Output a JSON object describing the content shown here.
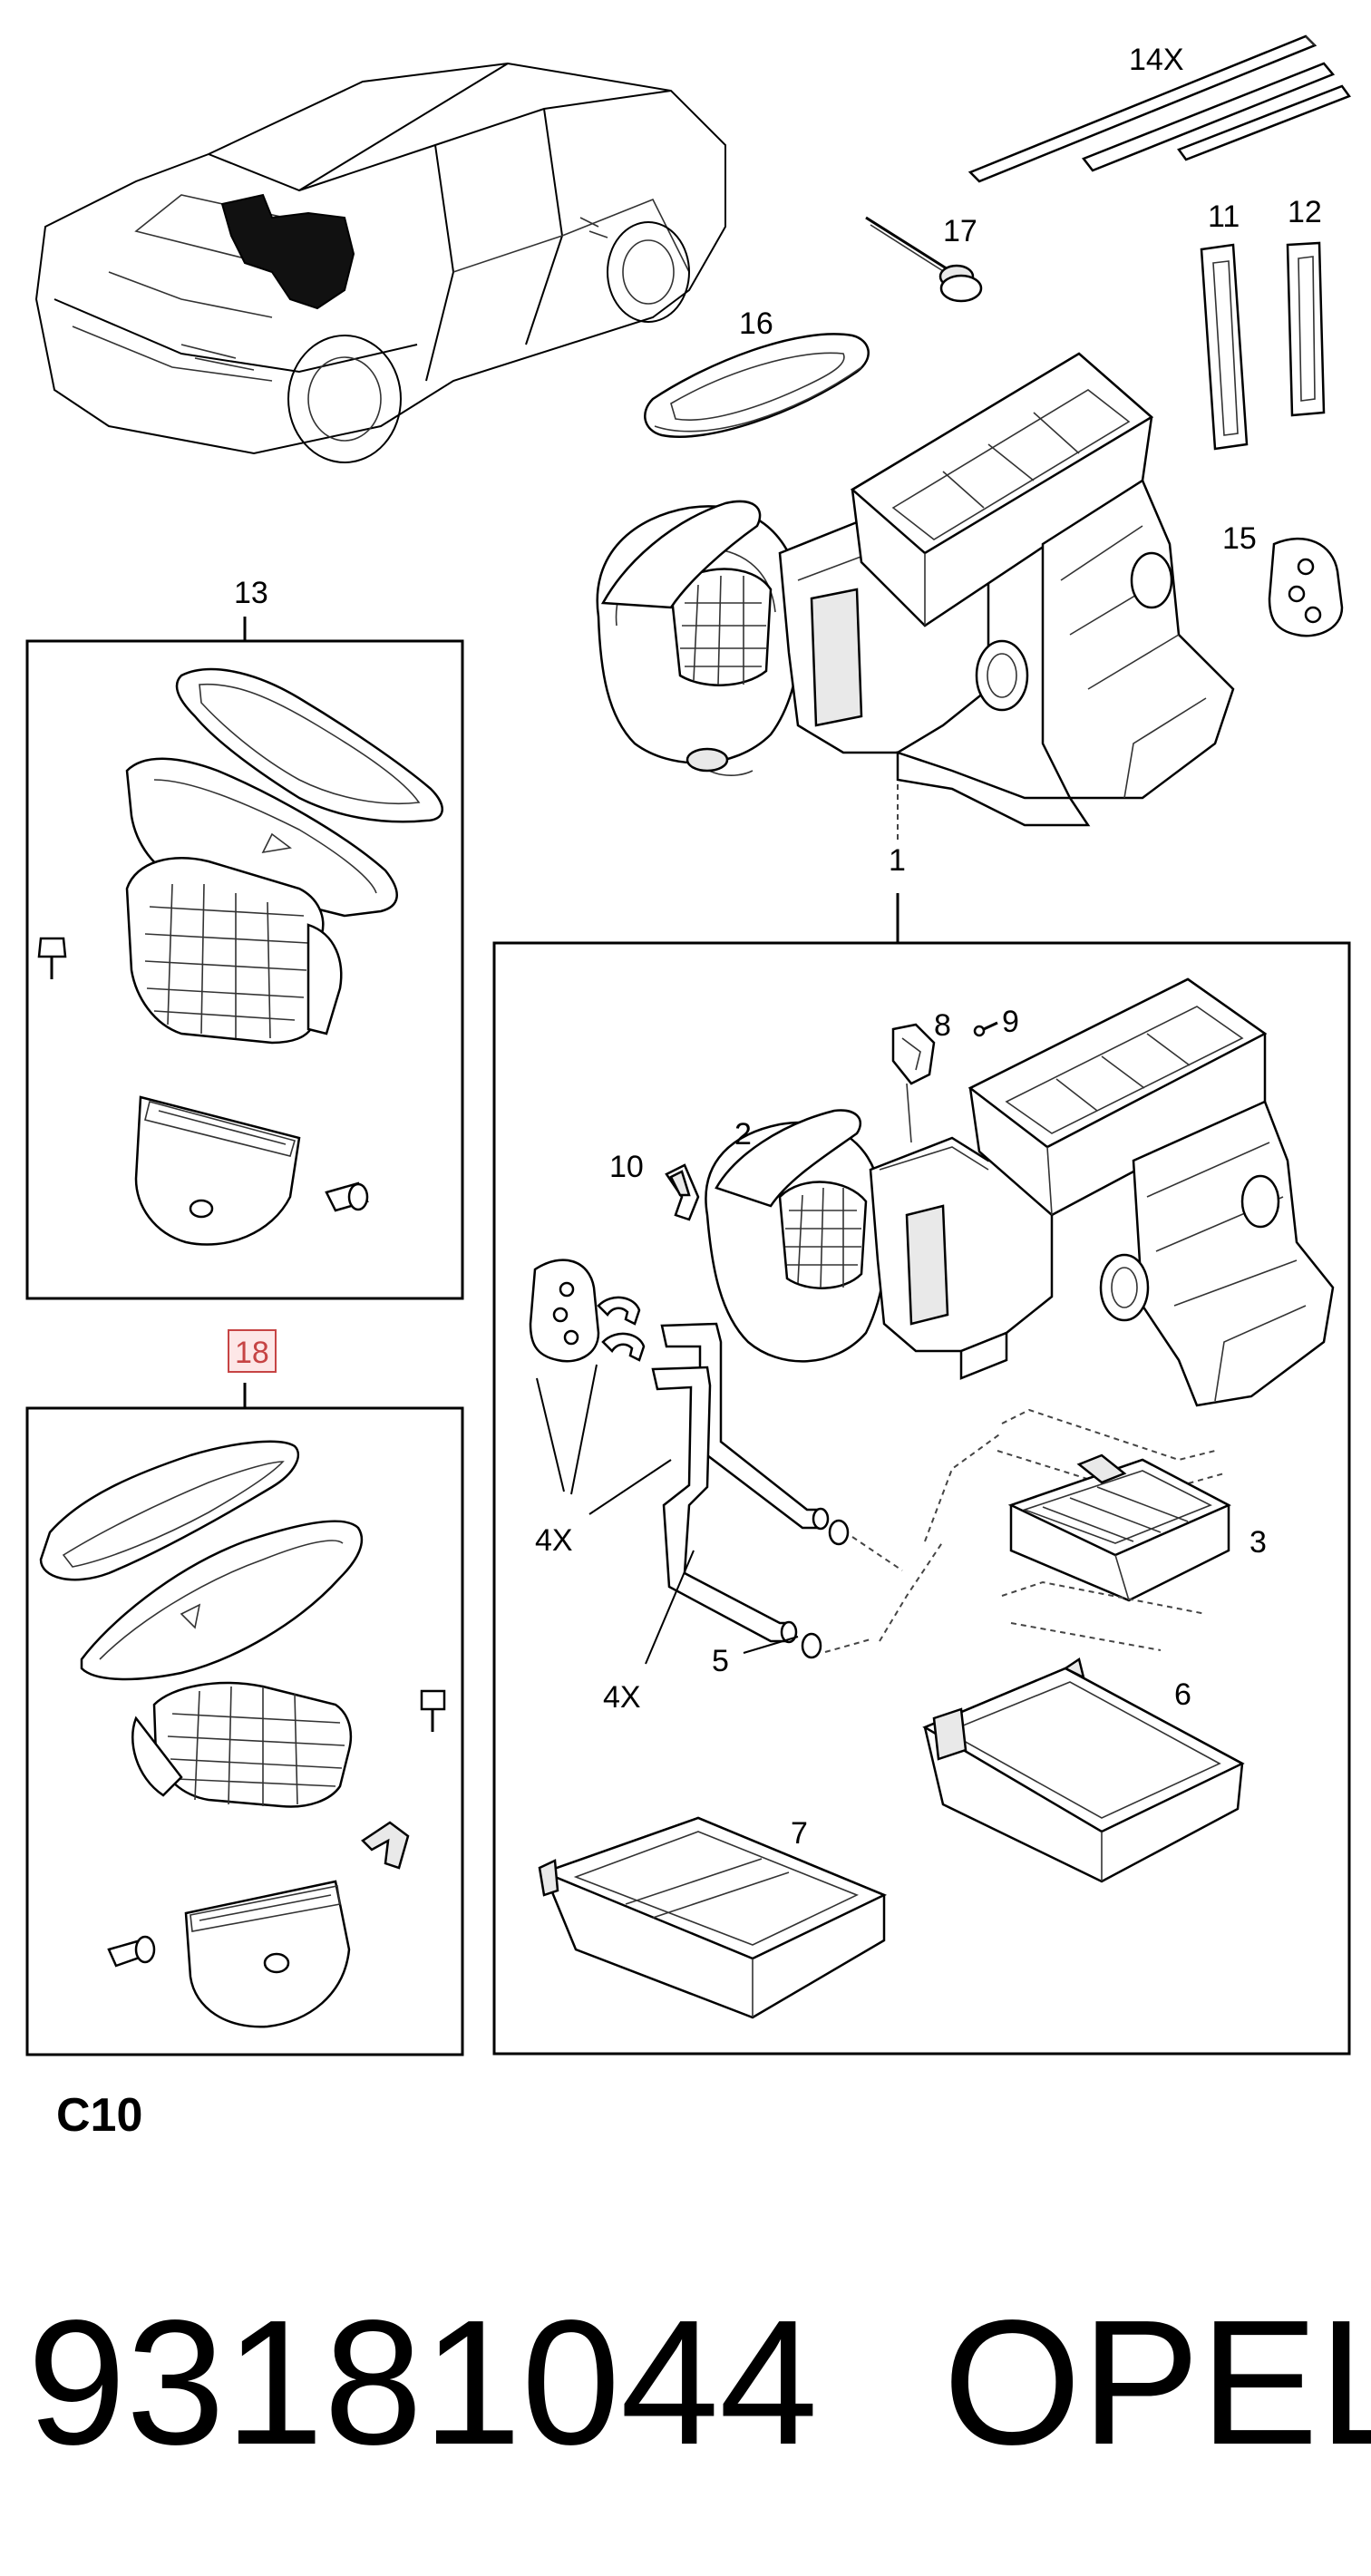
{
  "diagram": {
    "section_code": "C10",
    "part_number": "93181044",
    "brand": "OPEL",
    "callouts": {
      "c1": "1",
      "c2": "2",
      "c3": "3",
      "c4x_a": "4X",
      "c4x_b": "4X",
      "c5": "5",
      "c6": "6",
      "c7": "7",
      "c8": "8",
      "c9": "9",
      "c10": "10",
      "c11": "11",
      "c12": "12",
      "c13": "13",
      "c14x": "14X",
      "c15": "15",
      "c16": "16",
      "c17": "17",
      "c18": "18"
    },
    "highlight_color": "#c64444"
  }
}
